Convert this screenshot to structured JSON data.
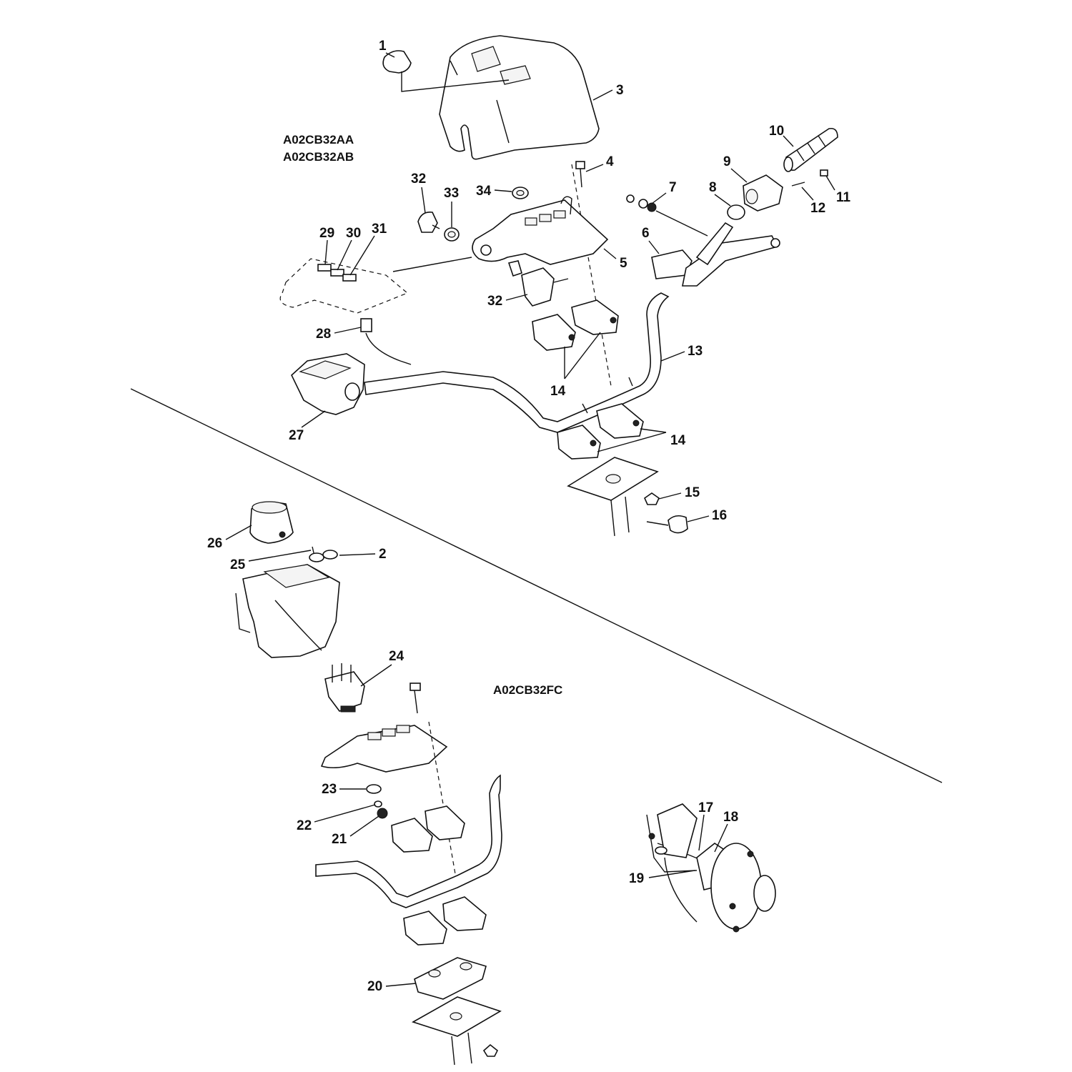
{
  "model_codes": {
    "upper_a": "A02CB32AA",
    "upper_b": "A02CB32AB",
    "lower": "A02CB32FC"
  },
  "callouts": [
    "1",
    "2",
    "3",
    "4",
    "5",
    "6",
    "7",
    "8",
    "9",
    "10",
    "11",
    "12",
    "13",
    "14",
    "14",
    "15",
    "16",
    "17",
    "18",
    "19",
    "20",
    "21",
    "22",
    "23",
    "24",
    "25",
    "26",
    "27",
    "28",
    "29",
    "30",
    "31",
    "32",
    "32",
    "33",
    "34"
  ]
}
